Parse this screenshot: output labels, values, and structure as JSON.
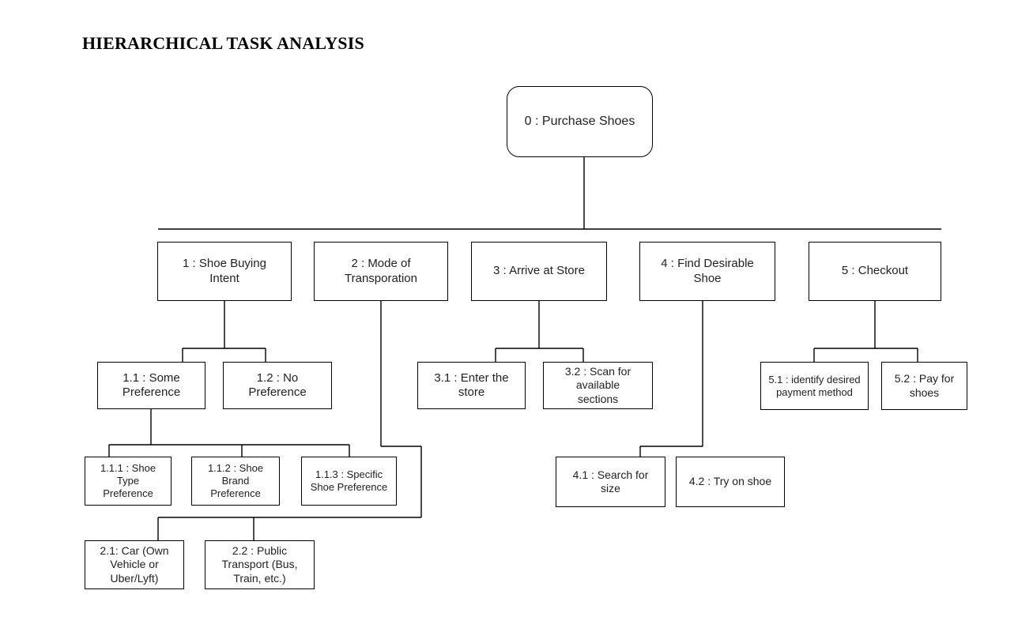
{
  "heading": "HIERARCHICAL TASK ANALYSIS",
  "root": "0 : Purchase Shoes",
  "tasks": {
    "t1": "1 : Shoe Buying Intent",
    "t2": "2 : Mode of Transporation",
    "t3": "3 : Arrive at Store",
    "t4": "4 : Find Desirable Shoe",
    "t5": "5 : Checkout",
    "t1_1": "1.1 : Some Preference",
    "t1_2": "1.2 : No Preference",
    "t1_1_1": "1.1.1 : Shoe Type Preference",
    "t1_1_2": "1.1.2 : Shoe Brand Preference",
    "t1_1_3": "1.1.3 : Specific Shoe Preference",
    "t2_1": "2.1: Car (Own Vehicle or Uber/Lyft)",
    "t2_2": "2.2 : Public Transport (Bus, Train, etc.)",
    "t3_1": "3.1 : Enter the store",
    "t3_2": "3.2 : Scan for available sections",
    "t4_1": "4.1 : Search for size",
    "t4_2": "4.2 : Try on shoe",
    "t5_1": "5.1 : identify desired payment method",
    "t5_2": "5.2 : Pay for shoes"
  }
}
